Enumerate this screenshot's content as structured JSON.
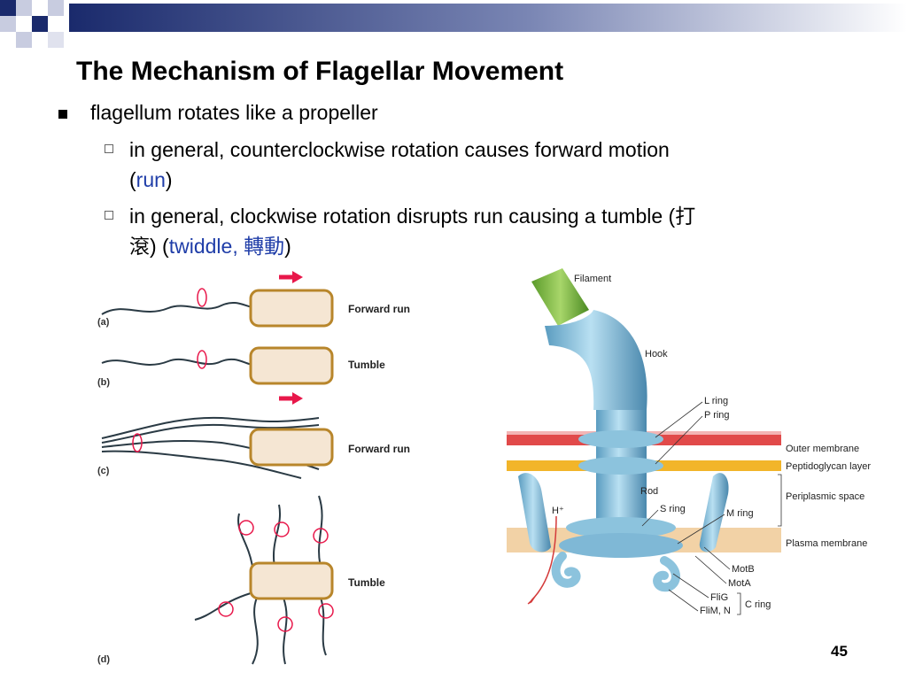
{
  "slide": {
    "title": "The Mechanism of Flagellar Movement",
    "bullet1": "flagellum rotates like a propeller",
    "bullet2_line1": "in general, counterclockwise rotation causes forward motion",
    "bullet2_line2_open": "(",
    "bullet2_line2_link": "run",
    "bullet2_line2_close": ")",
    "bullet3_line1": "in general, clockwise rotation disrupts run causing a tumble (打",
    "bullet3_line2_pre": "滾) (",
    "bullet3_line2_link": "twiddle, 轉動",
    "bullet3_line2_close": ")",
    "page_number": "45"
  },
  "diagram_left": {
    "panel_a": "(a)",
    "panel_b": "(b)",
    "panel_c": "(c)",
    "panel_d": "(d)",
    "label_a": "Forward run",
    "label_b": "Tumble",
    "label_c": "Forward run",
    "label_d": "Tumble"
  },
  "diagram_right": {
    "filament": "Filament",
    "hook": "Hook",
    "l_ring": "L ring",
    "p_ring": "P ring",
    "rod": "Rod",
    "s_ring": "S ring",
    "m_ring": "M ring",
    "h_plus": "H⁺",
    "outer_membrane": "Outer membrane",
    "peptidoglycan": "Peptidoglycan layer",
    "periplasmic": "Periplasmic space",
    "plasma_membrane": "Plasma membrane",
    "motb": "MotB",
    "mota": "MotA",
    "flig": "FliG",
    "flim": "FliM, N",
    "c_ring": "C ring"
  },
  "colors": {
    "top_navy": "#1a2a6c",
    "arrow_red": "#e8174a",
    "cell_fill": "#f5e6d3",
    "cell_border": "#b8862b",
    "motor_blue": "#7fb8d6",
    "filament_green": "#7ab83a",
    "link_blue": "#1f3da8"
  }
}
